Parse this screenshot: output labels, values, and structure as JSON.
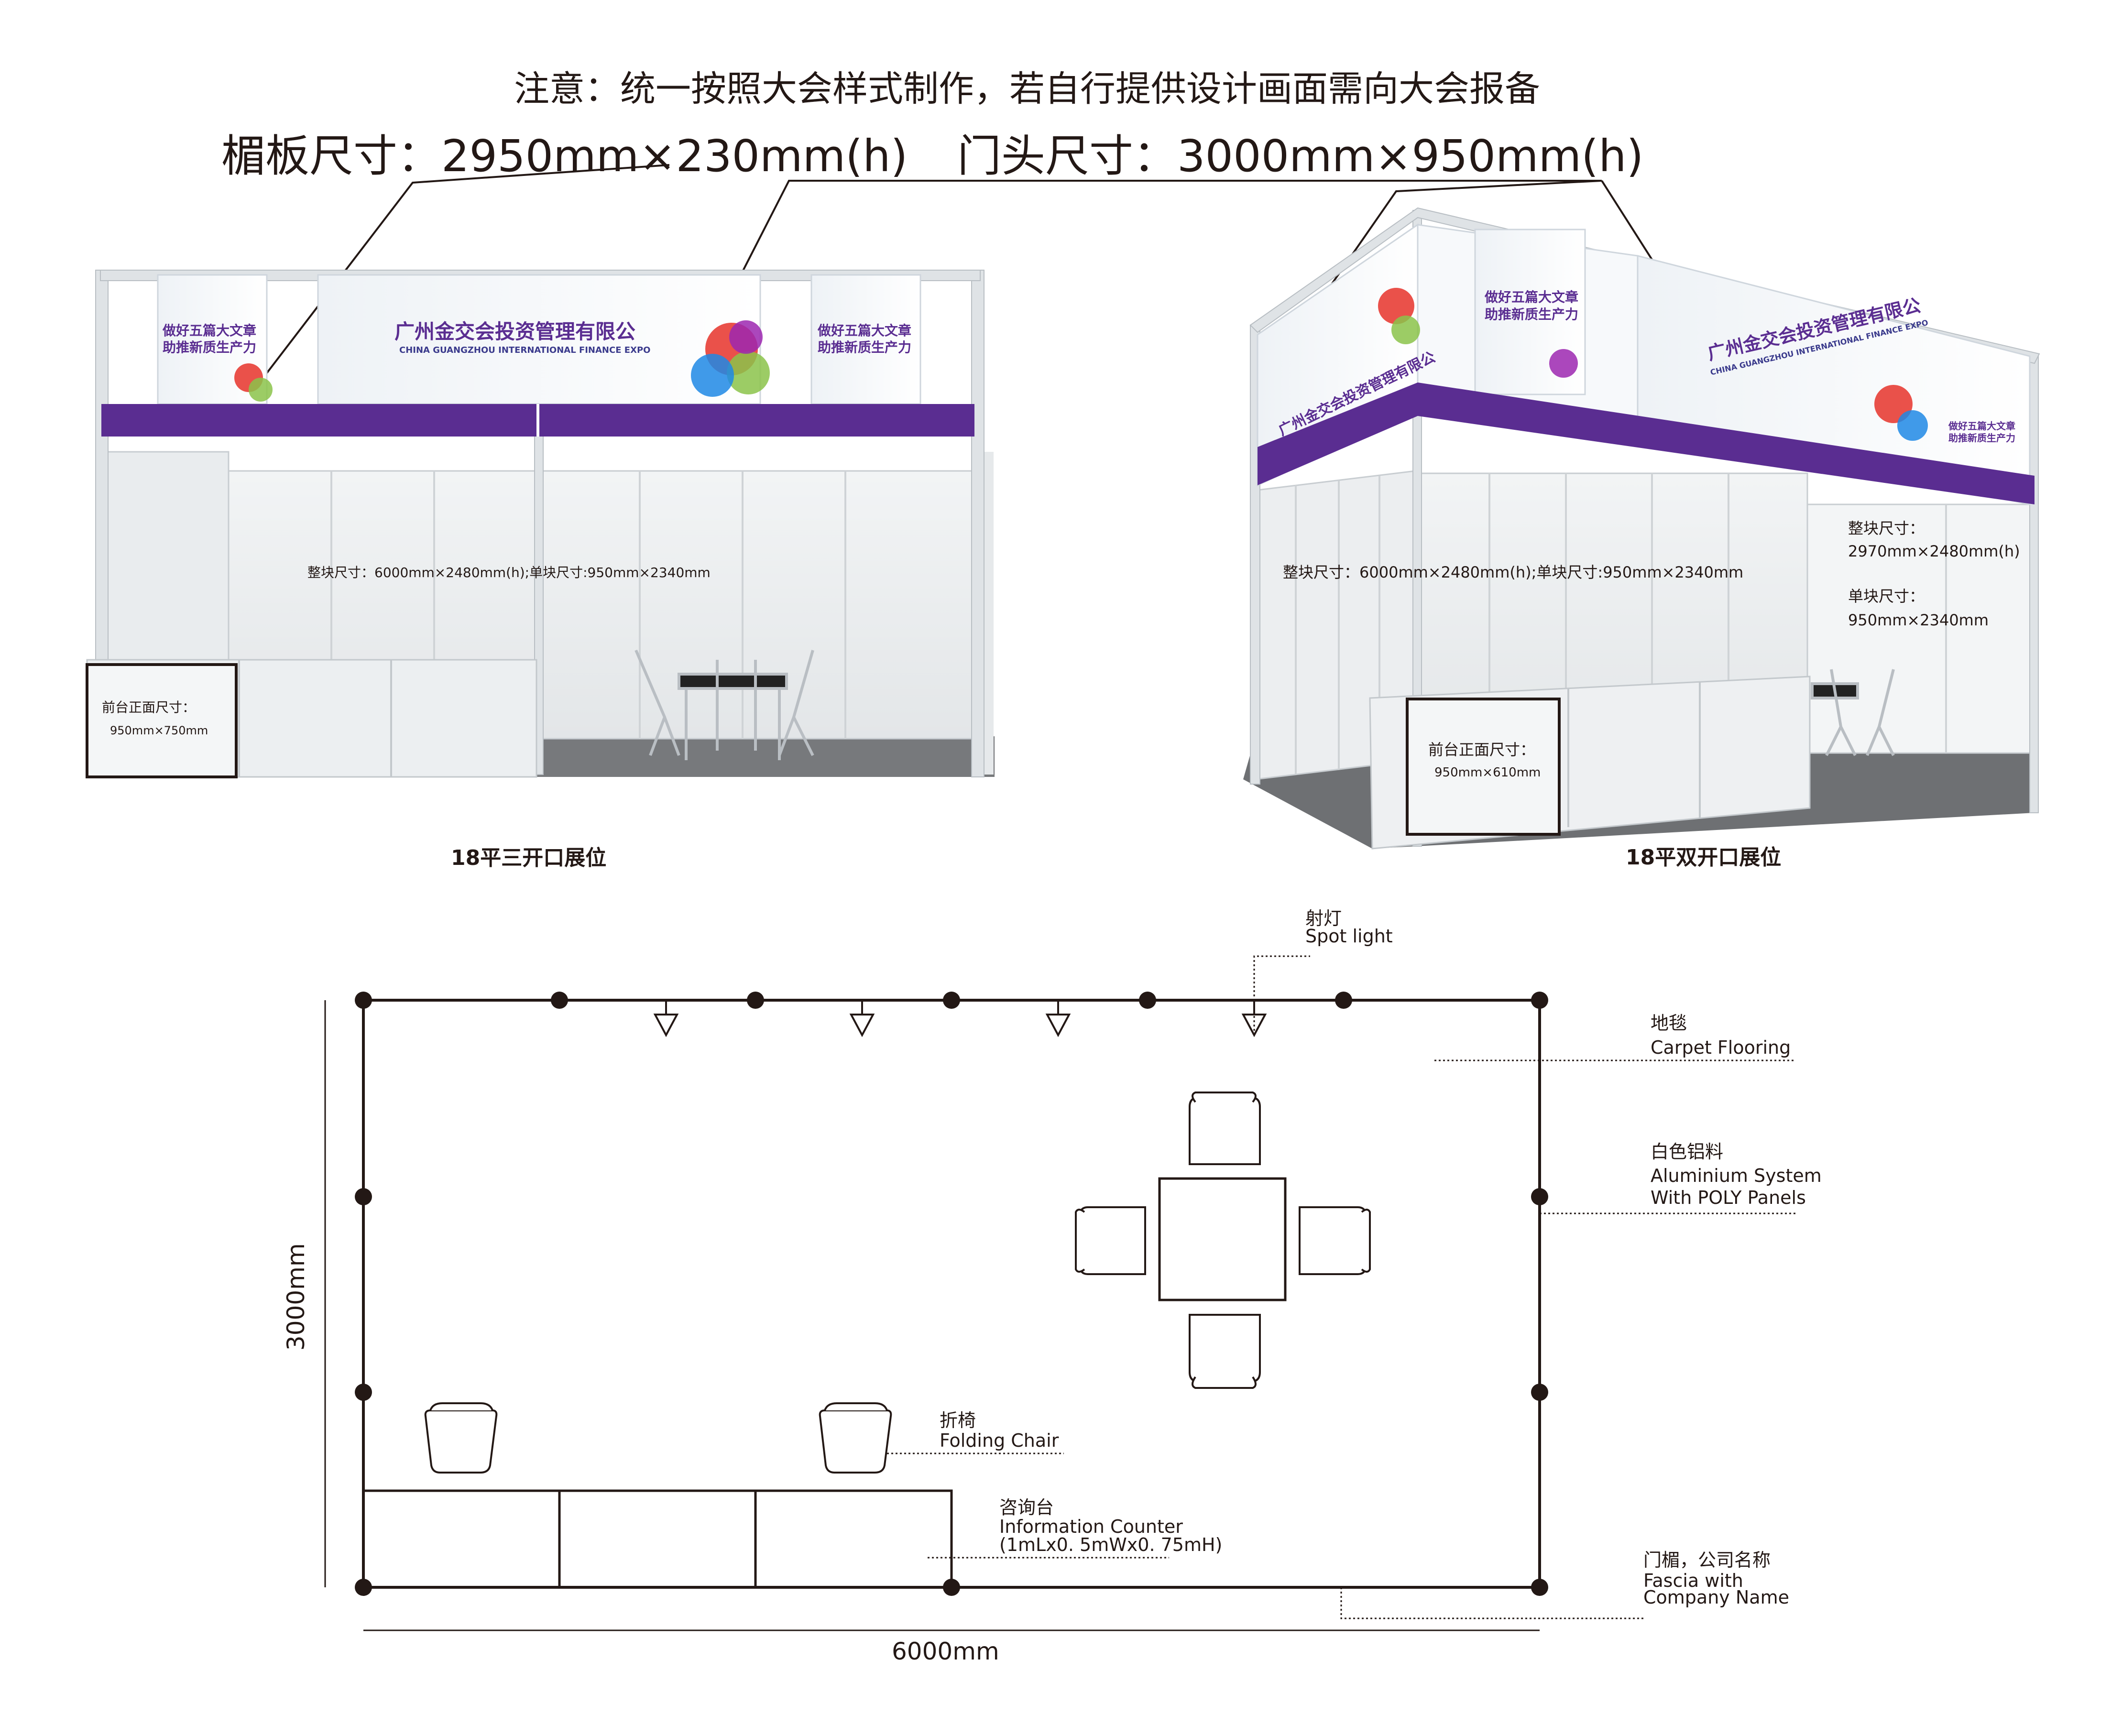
{
  "notice": "注意：统一按照大会样式制作，若自行提供设计画面需向大会报备",
  "fascia_size": "楣板尺寸：2950mm×230mm(h)",
  "header_size": "门头尺寸：3000mm×950mm(h)",
  "booth_left": {
    "caption": "18平三开口展位",
    "company_name": "广州金交会投资管理有限公",
    "expo_name": "CHINA GUANGZHOU INTERNATIONAL FINANCE EXPO",
    "slogan_line1": "做好五篇大文章",
    "slogan_line2": "助推新质生产力",
    "wall_size": "整块尺寸：6000mm×2480mm(h);单块尺寸:950mm×2340mm",
    "counter_label": "前台正面尺寸：",
    "counter_size": "950mm×750mm"
  },
  "booth_right": {
    "caption": "18平双开口展位",
    "company_name": "广州金交会投资管理有限公",
    "expo_name": "CHINA GUANGZHOU INTERNATIONAL FINANCE EXPO",
    "slogan_line1": "做好五篇大文章",
    "slogan_line2": "助推新质生产力",
    "wall_size": "整块尺寸：6000mm×2480mm(h);单块尺寸:950mm×2340mm",
    "side_whole_label": "整块尺寸：",
    "side_whole_size": "2970mm×2480mm(h)",
    "side_single_label": "单块尺寸：",
    "side_single_size": "950mm×2340mm",
    "counter_label": "前台正面尺寸：",
    "counter_size": "950mm×610mm"
  },
  "plan": {
    "spot_light_cn": "射灯",
    "spot_light_en": "Spot light",
    "carpet_cn": "地毯",
    "carpet_en": "Carpet Flooring",
    "aluminium_cn": "白色铝料",
    "aluminium_en1": "Aluminium System",
    "aluminium_en2": "With POLY Panels",
    "chair_cn": "折椅",
    "chair_en": "Folding Chair",
    "counter_cn": "咨询台",
    "counter_en": "Information Counter",
    "counter_size": "(1mLx0. 5mWx0. 75mH)",
    "fascia_cn": "门楣，公司名称",
    "fascia_en1": "Fascia with",
    "fascia_en2": "Company Name",
    "height_dim": "3000mm",
    "width_dim": "6000mm"
  },
  "colors": {
    "purple": "#5a2d91",
    "frame": "#d9dde0",
    "carpet": "#6e7073",
    "ink": "#231815"
  }
}
